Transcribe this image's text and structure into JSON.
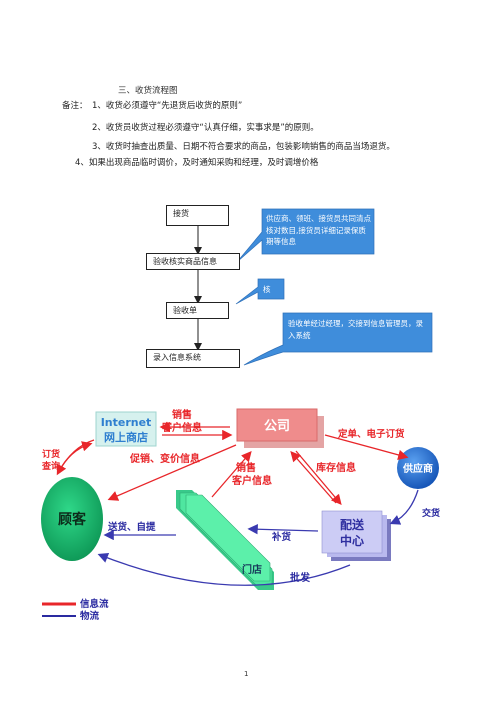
{
  "section_title": "三、收货流程图",
  "notes": {
    "prefix": "备注：",
    "items": [
      "1、收货必须遵守“先退货后收货的原则”",
      "2、收货员收货过程必须遵守“认真仔细，实事求是”的原则。",
      "3、收货时抽查出质量、日期不符合要求的商品，包装影响销售的商品当场退货。",
      "4、如果出现商品临时调价，及时通知采购和经理，及时调增价格"
    ]
  },
  "flowchart": {
    "steps": [
      "接货",
      "验收核实商品信息",
      "验收单",
      "录入信息系统"
    ],
    "callouts": [
      "供应商、领班、接货员共同清点核对数目,接货员详细记录保质期等信息",
      "核",
      "验收单经过经理，交接到信息管理员，录入系统"
    ]
  },
  "diagram": {
    "nodes": {
      "online_store_en": "Internet",
      "online_store_cn": "网上商店",
      "company": "公司",
      "supplier": "供应商",
      "customer": "顾客",
      "store": "门店",
      "distribution_center_line1": "配送",
      "distribution_center_line2": "中心"
    },
    "edge_labels": {
      "sales_customer_info_top_1": "销售",
      "sales_customer_info_top_2": "客户信息",
      "order_ecommerce": "定单、电子订货",
      "order_query_1": "订货",
      "order_query_2": "查询",
      "promo_price_change": "促销、变价信息",
      "sales_customer_info_mid_1": "销售",
      "sales_customer_info_mid_2": "客户信息",
      "inventory_info": "库存信息",
      "delivery": "交货",
      "deliver_pickup": "送货、自提",
      "replenish": "补货",
      "wholesale": "批发"
    },
    "legend": [
      {
        "label": "信息流",
        "color": "#e8262a"
      },
      {
        "label": "物流",
        "color": "#2a2aa0"
      }
    ],
    "colors": {
      "info_flow": "#e8262a",
      "logistics": "#3a3ab0",
      "customer_fill": "#19b36b",
      "company_fill": "#ee8a8a",
      "supplier_fill": "#1f6ad8",
      "store_fill": "#4fe6a0",
      "dc_fill": "#a8a8e6"
    }
  },
  "page_number": "1"
}
